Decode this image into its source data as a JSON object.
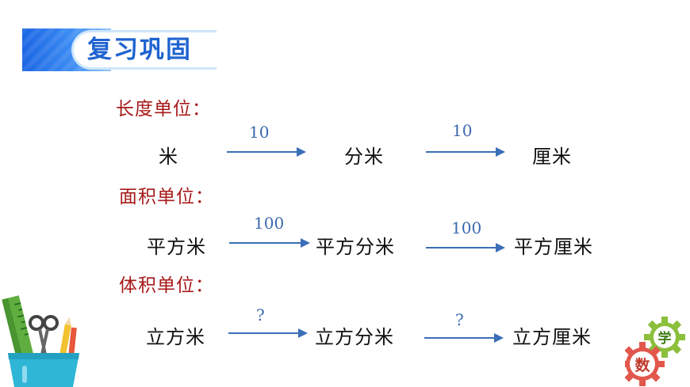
{
  "header": {
    "title": "复习巩固"
  },
  "sections": [
    {
      "label": "长度单位：",
      "units": [
        "米",
        "分米",
        "厘米"
      ],
      "rates": [
        "10",
        "10"
      ]
    },
    {
      "label": "面积单位：",
      "units": [
        "平方米",
        "平方分米",
        "平方厘米"
      ],
      "rates": [
        "100",
        "100"
      ]
    },
    {
      "label": "体积单位：",
      "units": [
        "立方米",
        "立方分米",
        "立方厘米"
      ],
      "rates": [
        "?",
        "?"
      ]
    }
  ],
  "badge": {
    "top_char": "学",
    "bottom_char": "数"
  },
  "colors": {
    "title_blue": "#1f63d1",
    "section_red": "#a81a1a",
    "arrow_blue": "#3b6fb7"
  }
}
